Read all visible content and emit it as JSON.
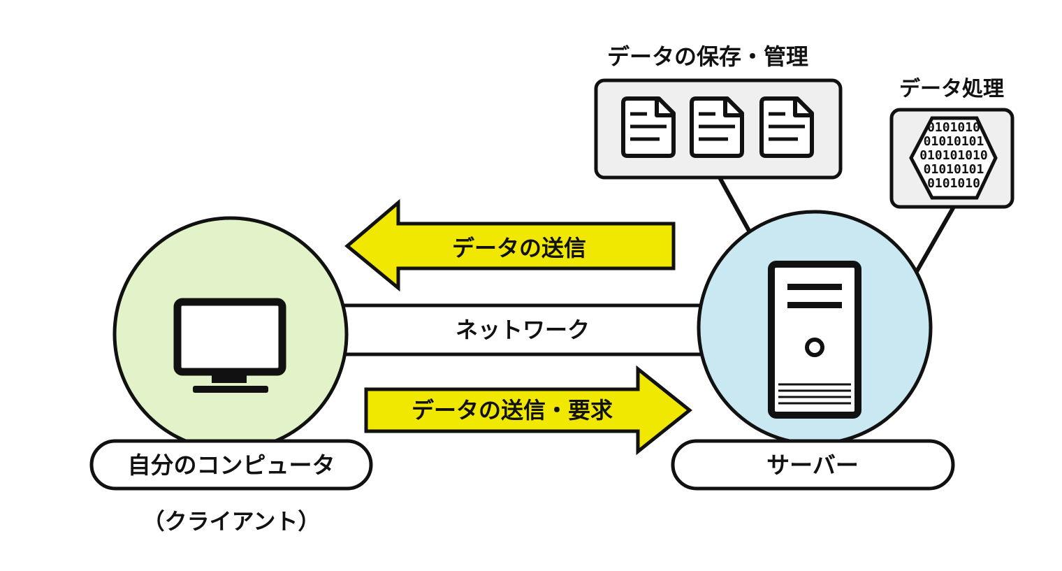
{
  "labels": {
    "storage_title": "データの保存・管理",
    "processing_title": "データ処理",
    "arrow_send": "データの送信",
    "network": "ネットワーク",
    "arrow_send_request": "データの送信・要求",
    "client_label": "自分のコンピュータ",
    "client_sub": "（クライアント）",
    "server_label": "サーバー"
  },
  "binary_rows": [
    "0101010",
    "01010101",
    "010101010",
    "01010101",
    "0101010"
  ],
  "colors": {
    "client_circle": "#e2f3c9",
    "server_circle": "#c9e8f1",
    "arrow": "#f0e800",
    "panel": "#efefef",
    "stroke": "#111111"
  },
  "icons": {
    "client": "monitor-icon",
    "server": "server-tower-icon",
    "storage": "document-icon",
    "processing": "binary-data-icon"
  }
}
